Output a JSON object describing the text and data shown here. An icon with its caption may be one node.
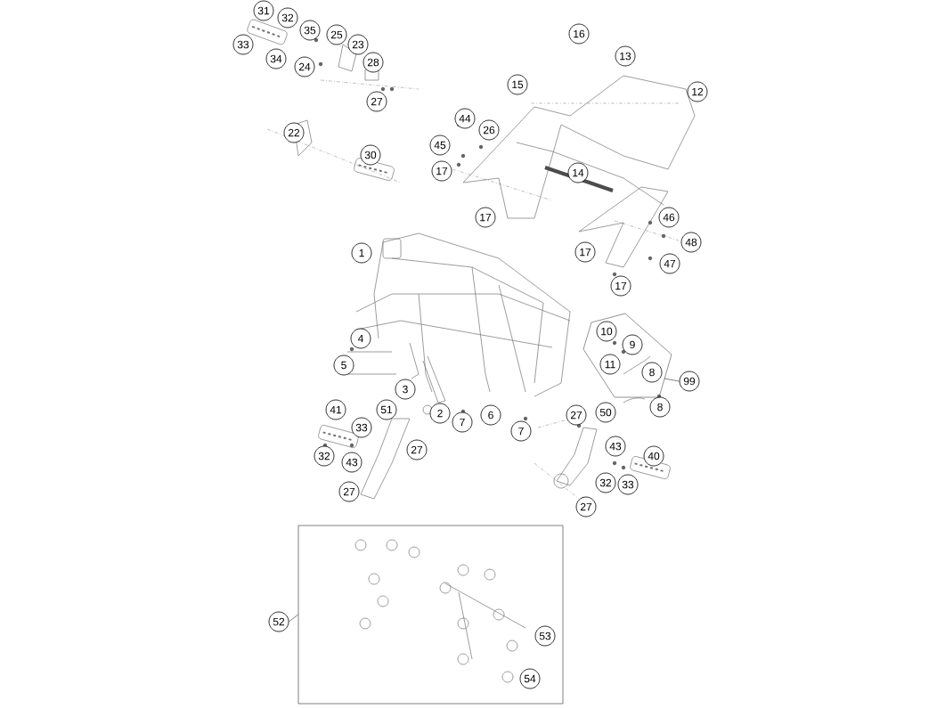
{
  "diagram": {
    "nodes": [
      {
        "text": [
          "31"
        ]
      },
      {
        "text": [
          "32"
        ]
      },
      {
        "text": [
          "35"
        ]
      },
      {
        "text": [
          "25"
        ]
      },
      {
        "text": [
          "16"
        ]
      },
      {
        "text": [
          "33"
        ]
      },
      {
        "text": [
          "23"
        ]
      },
      {
        "text": [
          "34"
        ]
      },
      {
        "text": [
          "24"
        ]
      },
      {
        "text": [
          "28"
        ]
      },
      {
        "text": [
          "13"
        ]
      },
      {
        "text": [
          "15"
        ]
      },
      {
        "text": [
          "12"
        ]
      },
      {
        "text": [
          "27"
        ]
      },
      {
        "text": [
          "44"
        ]
      },
      {
        "text": [
          "26"
        ]
      },
      {
        "text": [
          "22"
        ]
      },
      {
        "text": [
          "45"
        ]
      },
      {
        "text": [
          "30"
        ]
      },
      {
        "text": [
          "17"
        ]
      },
      {
        "text": [
          "14"
        ]
      },
      {
        "text": [
          "17"
        ]
      },
      {
        "text": [
          "46"
        ]
      },
      {
        "text": [
          "48"
        ]
      },
      {
        "text": [
          "1"
        ]
      },
      {
        "text": [
          "17"
        ]
      },
      {
        "text": [
          "47"
        ]
      },
      {
        "text": [
          "17"
        ]
      },
      {
        "text": [],
        "shape": "box"
      },
      {
        "text": [
          "4"
        ]
      },
      {
        "text": [
          "10"
        ],
        "in": 28
      },
      {
        "text": [
          "9"
        ],
        "in": 28
      },
      {
        "text": [
          "5"
        ]
      },
      {
        "text": [
          "11"
        ],
        "in": 28
      },
      {
        "text": [
          "8"
        ],
        "in": 28
      },
      {
        "text": [
          "99"
        ]
      },
      {
        "text": [
          "3"
        ]
      },
      {
        "text": [
          "41"
        ]
      },
      {
        "text": [
          "51"
        ]
      },
      {
        "text": [
          "2"
        ]
      },
      {
        "text": [
          "6"
        ]
      },
      {
        "text": [
          "27"
        ]
      },
      {
        "text": [
          "50"
        ]
      },
      {
        "text": [
          "8"
        ]
      },
      {
        "text": [
          "33"
        ]
      },
      {
        "text": [
          "7"
        ]
      },
      {
        "text": [
          "7"
        ]
      },
      {
        "text": [
          "32"
        ]
      },
      {
        "text": [
          "43"
        ]
      },
      {
        "text": [
          "27"
        ]
      },
      {
        "text": [
          "43"
        ]
      },
      {
        "text": [
          "40"
        ]
      },
      {
        "text": [
          "27"
        ]
      },
      {
        "text": [
          "32"
        ]
      },
      {
        "text": [
          "33"
        ]
      },
      {
        "text": [
          "27"
        ]
      },
      {
        "text": [],
        "shape": "box"
      },
      {
        "text": [
          "52"
        ]
      },
      {
        "text": [
          "53"
        ],
        "in": 56
      },
      {
        "text": [
          "54"
        ],
        "in": 56
      }
    ],
    "edges": [
      {
        "from": 57,
        "to": 56,
        "arrow": "none"
      },
      {
        "from": 35,
        "to": 28,
        "arrow": "none"
      }
    ]
  }
}
